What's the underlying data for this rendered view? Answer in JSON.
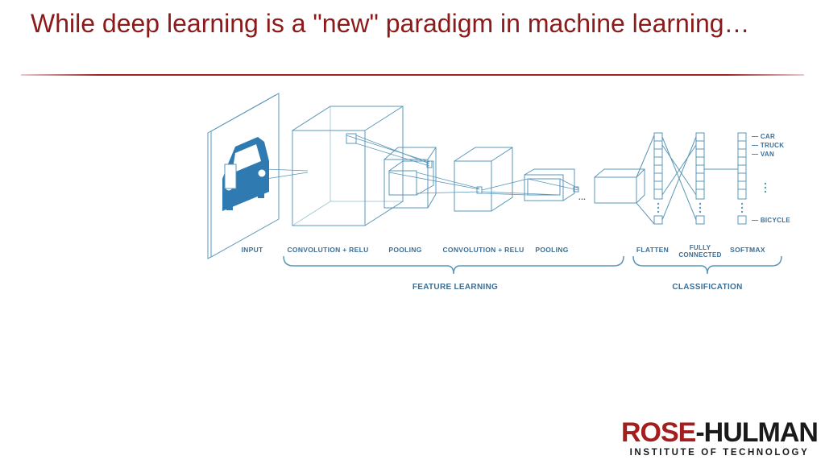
{
  "slide": {
    "title": "While deep learning is a \"new\" paradigm in machine learning…"
  },
  "diagram": {
    "stage_labels": [
      "INPUT",
      "CONVOLUTION + RELU",
      "POOLING",
      "CONVOLUTION + RELU",
      "POOLING",
      "FLATTEN",
      "FULLY",
      "CONNECTED",
      "SOFTMAX"
    ],
    "group_labels": {
      "feature_learning": "FEATURE LEARNING",
      "classification": "CLASSIFICATION"
    },
    "output_classes": [
      "— CAR",
      "— TRUCK",
      "— VAN",
      "— BICYCLE"
    ],
    "ellipsis": "..."
  },
  "logo": {
    "name_part1": "ROSE",
    "name_part2": "-HULMAN",
    "subtitle": "INSTITUTE OF TECHNOLOGY"
  },
  "colors": {
    "title": "#8b1a1a",
    "rule": "#9c2424",
    "diagram_lines": "#5a97b8",
    "car_icon": "#2f7ab0",
    "labels": "#3b6e96"
  }
}
